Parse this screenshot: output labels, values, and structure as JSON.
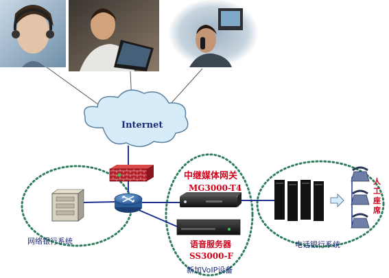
{
  "labels": {
    "internet": "Internet",
    "media_gateway_cn": "中继媒体网关",
    "media_gateway_model": "MG3000-T4",
    "voice_server_cn": "语音服务器",
    "voice_server_model": "SS3000-F",
    "new_voip": "新加VoIP设备",
    "online_banking": "网络银行系统",
    "phone_banking": "电话银行系统",
    "agent_seats": "人工座席"
  },
  "colors": {
    "label_red": "#d0021b",
    "label_navy": "#1c2a7a",
    "cloud": "#d6ecf9",
    "zone_border": "#2e7d5b",
    "link": "#1f2f8f"
  }
}
